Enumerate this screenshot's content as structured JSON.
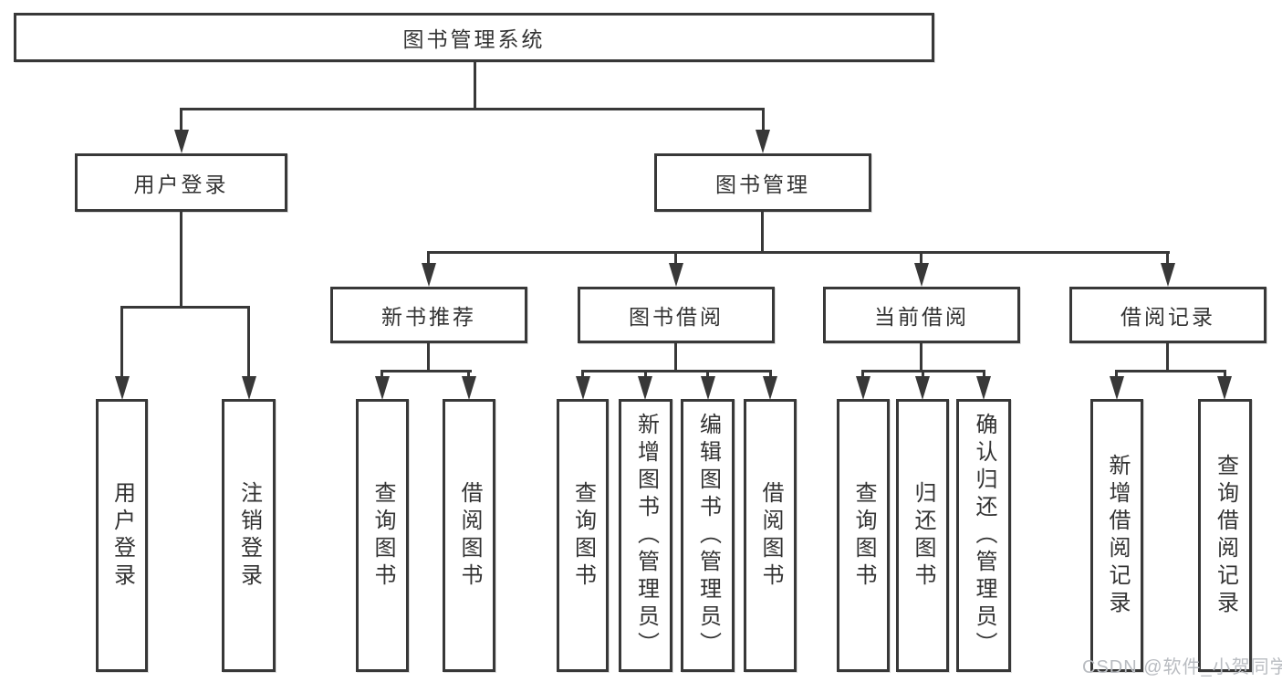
{
  "diagram": {
    "type": "hierarchy-tree",
    "root": {
      "label": "图书管理系统",
      "children": [
        {
          "label": "用户登录",
          "children": [
            {
              "label": "用户登录"
            },
            {
              "label": "注销登录"
            }
          ]
        },
        {
          "label": "图书管理",
          "children": [
            {
              "label": "新书推荐",
              "children": [
                {
                  "label": "查询图书"
                },
                {
                  "label": "借阅图书"
                }
              ]
            },
            {
              "label": "图书借阅",
              "children": [
                {
                  "label": "查询图书"
                },
                {
                  "label": "新增图书（管理员）"
                },
                {
                  "label": "编辑图书（管理员）"
                },
                {
                  "label": "借阅图书"
                }
              ]
            },
            {
              "label": "当前借阅",
              "children": [
                {
                  "label": "查询图书"
                },
                {
                  "label": "归还图书"
                },
                {
                  "label": "确认归还（管理员）"
                }
              ]
            },
            {
              "label": "借阅记录",
              "children": [
                {
                  "label": "新增借阅记录"
                },
                {
                  "label": "查询借阅记录"
                }
              ]
            }
          ]
        }
      ]
    }
  },
  "watermark": {
    "text": "CSDN @软件_小贺同学"
  },
  "colors": {
    "line": "#383838",
    "text": "#333333",
    "watermark": "#b9bcc1",
    "background": "#ffffff"
  }
}
